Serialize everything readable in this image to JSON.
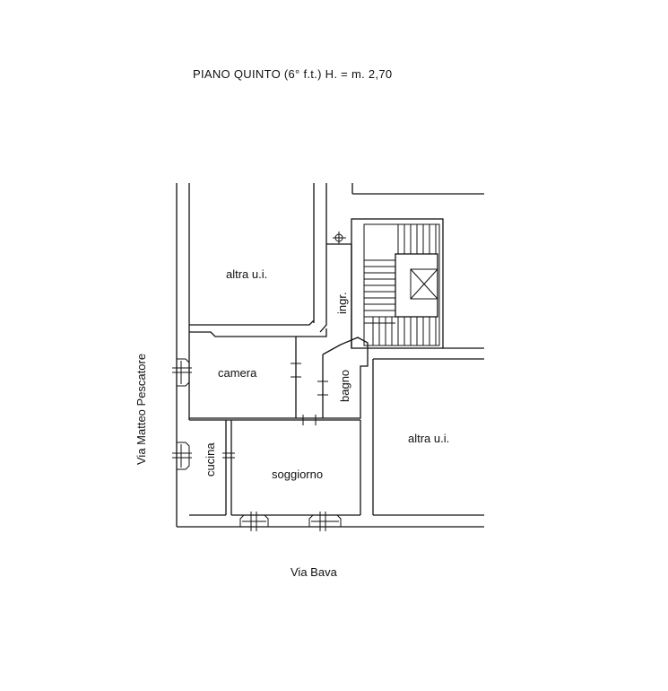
{
  "title": "PIANO  QUINTO (6° f.t.) H. = m. 2,70",
  "streets": {
    "left": "Via Matteo Pescatore",
    "bottom": "Via Bava"
  },
  "rooms": {
    "altra_ui_top": "altra u.i.",
    "altra_ui_right": "altra u.i.",
    "camera": "camera",
    "bagno": "bagno",
    "ingr": "ingr.",
    "cucina": "cucina",
    "soggiorno": "soggiorno"
  }
}
